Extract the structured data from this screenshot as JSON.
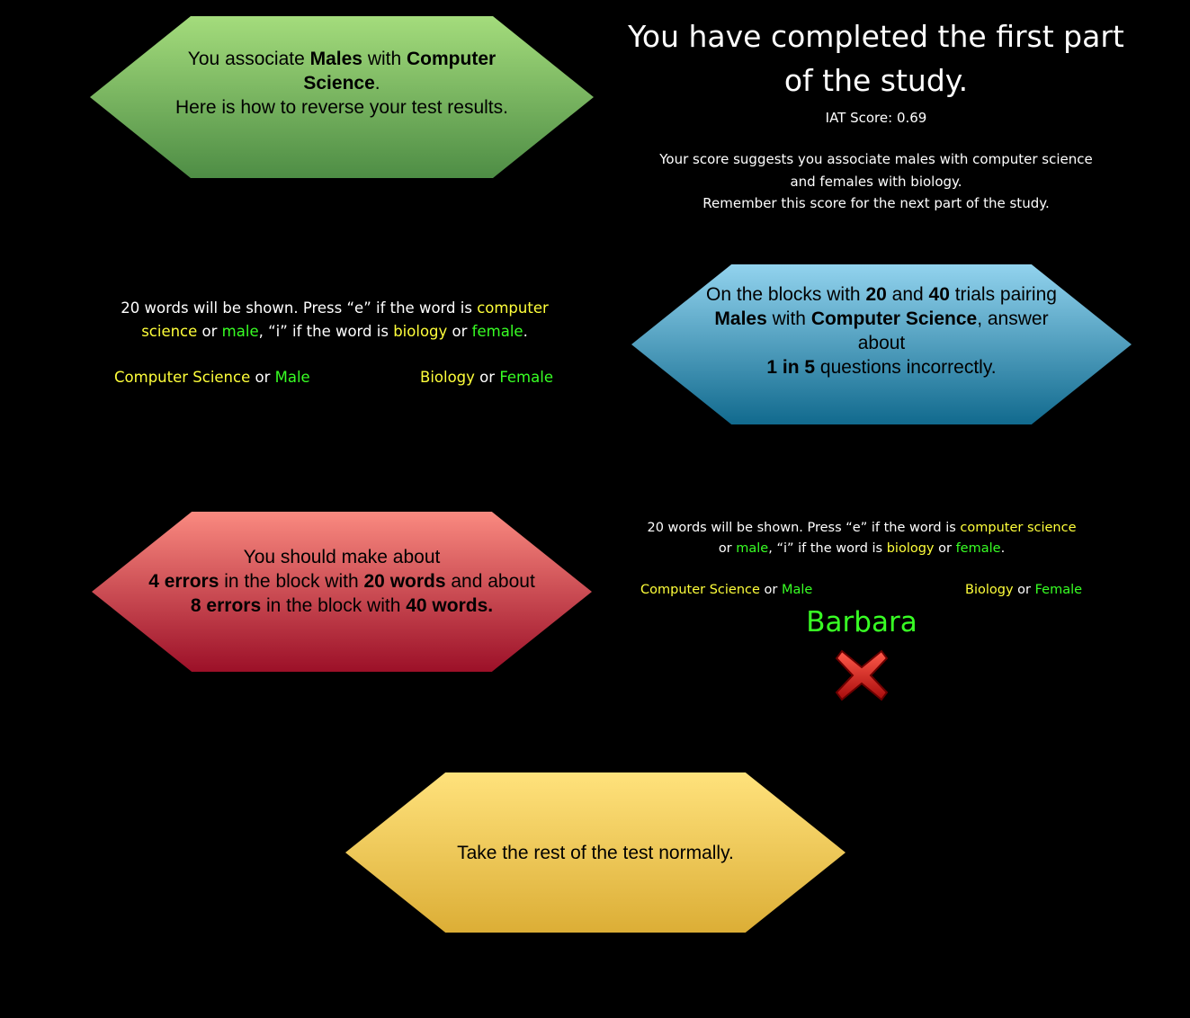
{
  "green_box": {
    "t1": "You associate ",
    "b1": "Males",
    "t2": " with ",
    "b2": "Computer Science",
    "t3": ".",
    "line2": "Here is how to reverse your test results."
  },
  "result": {
    "heading_line1": "You have completed the first part",
    "heading_line2": "of the study.",
    "score": "IAT Score: 0.69",
    "text_line1": "Your score suggests you associate males with computer science",
    "text_line2": "and females with biology.",
    "text_line3": "Remember this score for the next part of the study."
  },
  "instructions_1": {
    "p1": "20 words will be shown. Press “e” if the word is ",
    "w_cs1": "computer",
    "w_cs2": "science",
    "or": "or",
    "w_male": "male",
    "p2": ", “i” if the word is ",
    "w_bio": "biology",
    "w_female": "female",
    "period": "."
  },
  "categories": {
    "left_a": "Computer Science",
    "left_b": "Male",
    "right_a": "Biology",
    "right_b": "Female",
    "or": "or"
  },
  "blue_box": {
    "t1": "On the blocks with ",
    "b1": "20",
    "t2": " and ",
    "b2": "40",
    "t3": " trials pairing",
    "b3": "Males",
    "t4": " with ",
    "b4": "Computer Science",
    "t5": ", answer about",
    "b5": "1 in 5",
    "t6": " questions incorrectly."
  },
  "red_box": {
    "line1": "You should make about",
    "b1": "4 errors",
    "t1": " in the block with ",
    "b2": "20 words",
    "t2": " and about",
    "b3": "8 errors",
    "t3": " in the block with ",
    "b4": "40 words."
  },
  "instructions_2": {
    "p1": "20 words will be shown. Press “e” if the word is ",
    "w_cs": "computer science",
    "or": "or",
    "w_male": "male",
    "p2": ", “i” if the word is ",
    "w_bio": "biology",
    "w_female": "female",
    "period": "."
  },
  "stimulus": {
    "word": "Barbara",
    "feedback_icon": "red-x-icon",
    "word_color": "#38ff24",
    "error_color": "#cc1a1a"
  },
  "yellow_box": {
    "text": "Take the rest of the test normally."
  }
}
